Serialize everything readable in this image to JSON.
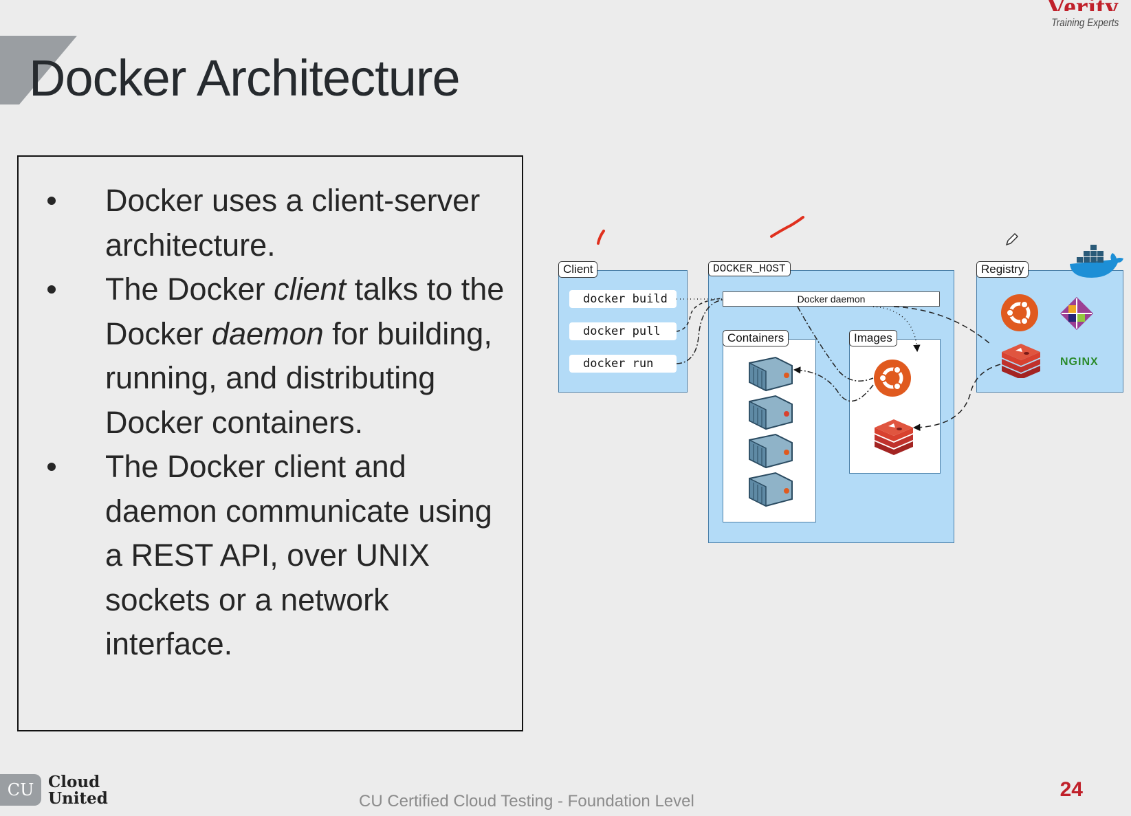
{
  "slide": {
    "title": "Docker Architecture",
    "bullets": [
      {
        "parts": [
          {
            "text": "Docker uses a client-server architecture.",
            "italic": false
          }
        ]
      },
      {
        "parts": [
          {
            "text": "The Docker ",
            "italic": false
          },
          {
            "text": "client",
            "italic": true
          },
          {
            "text": " talks to the Docker ",
            "italic": false
          },
          {
            "text": "daemon",
            "italic": true
          },
          {
            "text": " for building, running, and distributing Docker containers.",
            "italic": false
          }
        ]
      },
      {
        "parts": [
          {
            "text": "The Docker client and daemon communicate using a REST API, over UNIX sockets or a network interface.",
            "italic": false
          }
        ]
      }
    ]
  },
  "brand": {
    "name": "Verity",
    "tagline": "Training Experts"
  },
  "diagram": {
    "client": {
      "label": "Client",
      "commands": [
        "docker build",
        "docker pull",
        "docker run"
      ]
    },
    "host": {
      "label": "DOCKER_HOST",
      "daemon_label": "Docker daemon",
      "containers_label": "Containers",
      "images_label": "Images"
    },
    "registry": {
      "label": "Registry",
      "nginx_label": "NGINX"
    },
    "colors": {
      "panel": "#b3dbf7",
      "border": "#4a7fa8",
      "ubuntu": "#e05a1f",
      "redis": "#d8412f",
      "annotation": "#e0301e"
    }
  },
  "footer": {
    "logo_abbrev": "CU",
    "logo_line1": "Cloud",
    "logo_line2": "United",
    "course": "CU Certified Cloud Testing - Foundation Level",
    "page": "24"
  }
}
